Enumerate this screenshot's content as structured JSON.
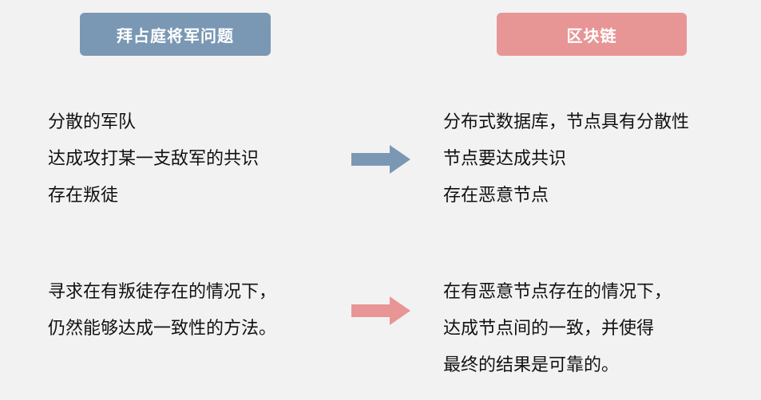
{
  "headers": {
    "left": "拜占庭将军问题",
    "right": "区块链"
  },
  "upper": {
    "left_lines": [
      "分散的军队",
      "达成攻打某一支敌军的共识",
      "存在叛徒"
    ],
    "right_lines": [
      "分布式数据库，节点具有分散性",
      "节点要达成共识",
      "存在恶意节点"
    ]
  },
  "lower": {
    "left_lines": [
      "寻求在有叛徒存在的情况下，",
      "仍然能够达成一致性的方法。"
    ],
    "right_lines": [
      "在有恶意节点存在的情况下，",
      "达成节点间的一致，并使得",
      "最终的结果是可靠的。"
    ]
  },
  "colors": {
    "background": "#f2f2f2",
    "blue": "#7a98b4",
    "pink": "#e89596",
    "text": "#111111"
  },
  "icons": {
    "upper_arrow": "right-arrow-icon",
    "lower_arrow": "right-arrow-icon"
  }
}
